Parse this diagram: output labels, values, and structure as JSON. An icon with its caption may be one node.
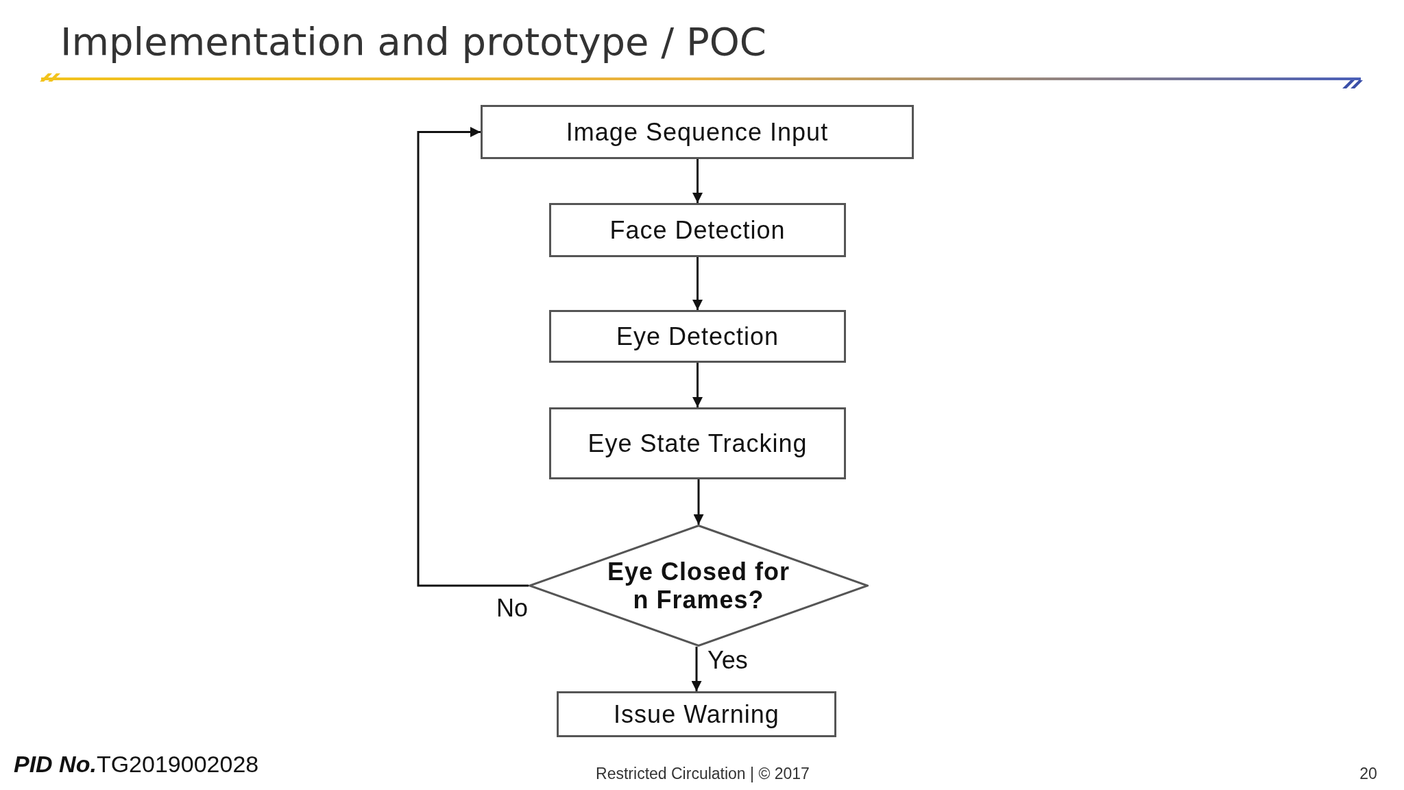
{
  "diagram": {
    "title": "Implementation and prototype / POC",
    "nodes": [
      {
        "text": [
          "Image Sequence Input"
        ]
      },
      {
        "text": [
          "Face Detection"
        ]
      },
      {
        "text": [
          "Eye Detection"
        ]
      },
      {
        "text": [
          "Eye State Tracking"
        ]
      },
      {
        "text": [
          "Eye Closed for n Frames?"
        ]
      },
      {
        "text": [
          "Issue Warning"
        ]
      }
    ],
    "edges": [
      {
        "from": 0,
        "to": 1,
        "arrow": "to"
      },
      {
        "from": 1,
        "to": 2,
        "arrow": "to"
      },
      {
        "from": 2,
        "to": 3,
        "arrow": "to"
      },
      {
        "from": 3,
        "to": 4,
        "arrow": "to"
      },
      {
        "from": 4,
        "to": 5,
        "arrow": "to",
        "label": "Yes"
      },
      {
        "from": 4,
        "to": 0,
        "arrow": "to",
        "label": "No"
      }
    ],
    "labels": [
      "**PID No.**TG2019002028",
      "Restricted Circulation | © 2017",
      "20"
    ]
  }
}
